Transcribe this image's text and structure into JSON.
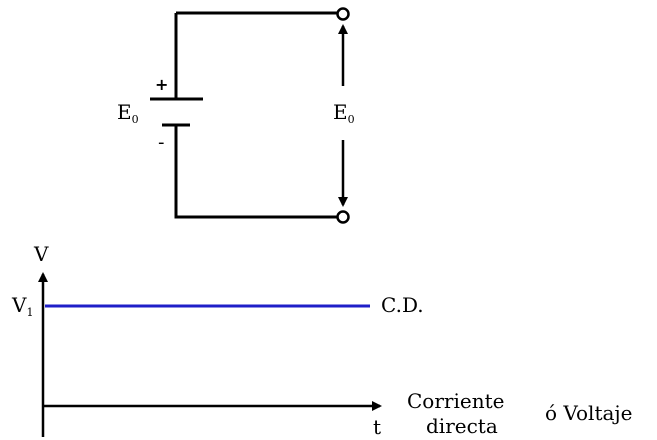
{
  "circuit": {
    "battery_label": "E",
    "battery_label_sub": "0",
    "output_label": "E",
    "output_label_sub": "0",
    "plus_sign": "+",
    "minus_sign": "-"
  },
  "graph": {
    "y_axis_label": "V",
    "x_axis_label": "t",
    "level_label": "V",
    "level_label_sub": "1",
    "line_label": "C.D.",
    "line_color": "#1f1fc8",
    "caption_line1": "Corriente",
    "caption_line2": "directa",
    "caption_suffix": "ó Voltaje"
  }
}
